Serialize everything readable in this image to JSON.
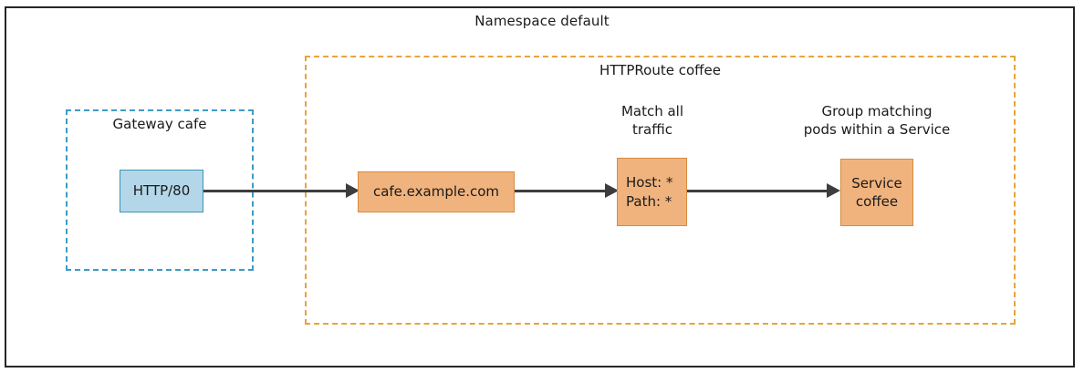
{
  "diagram": {
    "namespace": {
      "title": "Namespace default",
      "border_color": "#262626"
    },
    "gateway": {
      "title": "Gateway cafe",
      "border_color": "#3d9bc4",
      "listener": {
        "label": "HTTP/80",
        "fill": "#b3d7e8",
        "stroke": "#3f93b8"
      }
    },
    "httproute": {
      "title": "HTTPRoute coffee",
      "border_color": "#e8a33d",
      "hostname": {
        "label": "cafe.example.com",
        "fill": "#f0b37e",
        "stroke": "#d68a3f"
      },
      "match": {
        "caption_line1": "Match all",
        "caption_line2": "traffic",
        "rule_line1": "Host: *",
        "rule_line2": "Path: *",
        "fill": "#f0b37e",
        "stroke": "#d68a3f"
      },
      "backend": {
        "caption_line1": "Group matching",
        "caption_line2": "pods within a Service",
        "label_line1": "Service",
        "label_line2": "coffee",
        "fill": "#f0b37e",
        "stroke": "#d68a3f"
      }
    },
    "connectors": {
      "color": "#3d3d3d",
      "edges": [
        {
          "from": "HTTP/80",
          "to": "cafe.example.com"
        },
        {
          "from": "cafe.example.com",
          "to": "Host: * / Path: *"
        },
        {
          "from": "Host: * / Path: *",
          "to": "Service coffee"
        }
      ]
    }
  }
}
